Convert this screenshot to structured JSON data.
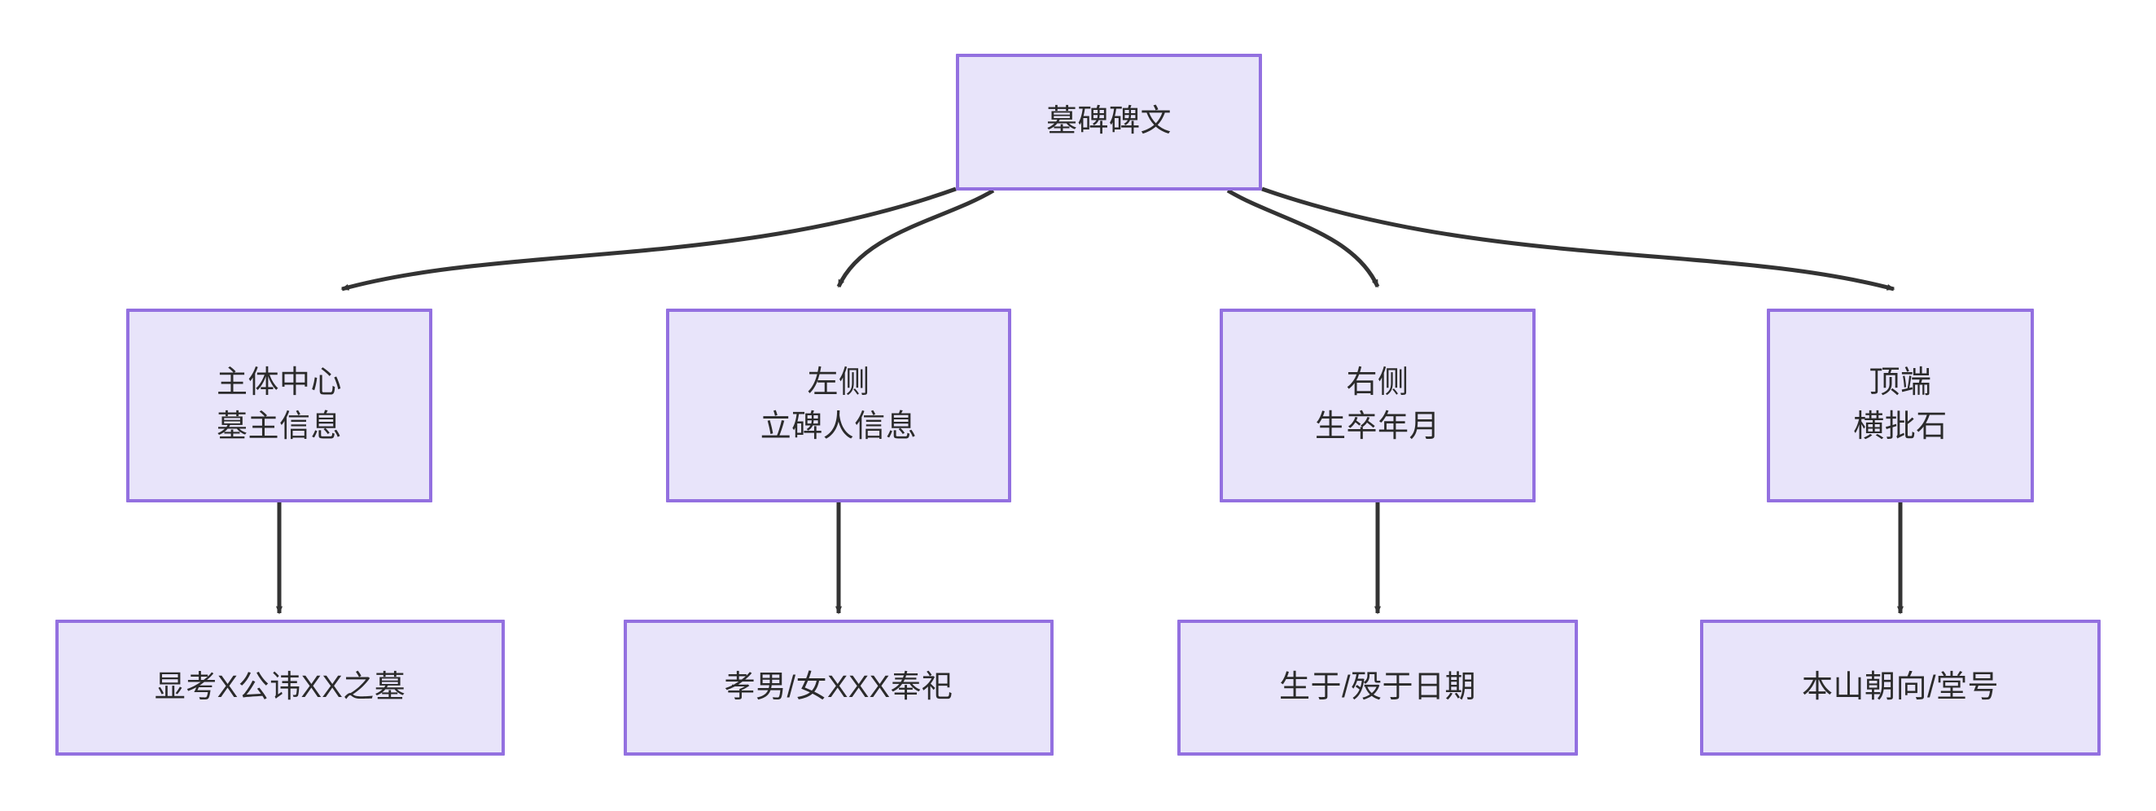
{
  "diagram": {
    "type": "flowchart-tree",
    "direction": "top-down",
    "title": "墓碑碑文",
    "colors": {
      "node_fill": "#e8e4fa",
      "node_border": "#9370e0",
      "node_text": "#2b2b2b",
      "edge_stroke": "#333333",
      "canvas_background": "#ffffff"
    },
    "nodes": {
      "root": {
        "id": "root",
        "lines": [
          "墓碑碑文"
        ]
      },
      "center": {
        "id": "center",
        "lines": [
          "主体中心",
          "墓主信息"
        ],
        "line1": "主体中心",
        "line2": "墓主信息"
      },
      "left": {
        "id": "left",
        "lines": [
          "左侧",
          "立碑人信息"
        ],
        "line1": "左侧",
        "line2": "立碑人信息"
      },
      "right": {
        "id": "right",
        "lines": [
          "右侧",
          "生卒年月"
        ],
        "line1": "右侧",
        "line2": "生卒年月"
      },
      "top": {
        "id": "top",
        "lines": [
          "顶端",
          "横批石"
        ],
        "line1": "顶端",
        "line2": "横批石"
      },
      "center_detail": {
        "id": "center_detail",
        "line1": "显考X公讳XX之墓"
      },
      "left_detail": {
        "id": "left_detail",
        "line1": "孝男/女XXX奉祀"
      },
      "right_detail": {
        "id": "right_detail",
        "line1": "生于/殁于日期"
      },
      "top_detail": {
        "id": "top_detail",
        "line1": "本山朝向/堂号"
      }
    },
    "edges": [
      {
        "from": "root",
        "to": "center",
        "style": "curved",
        "arrow": "triangle"
      },
      {
        "from": "root",
        "to": "left",
        "style": "curved",
        "arrow": "triangle"
      },
      {
        "from": "root",
        "to": "right",
        "style": "curved",
        "arrow": "triangle"
      },
      {
        "from": "root",
        "to": "top",
        "style": "curved",
        "arrow": "triangle"
      },
      {
        "from": "center",
        "to": "center_detail",
        "style": "straight",
        "arrow": "triangle"
      },
      {
        "from": "left",
        "to": "left_detail",
        "style": "straight",
        "arrow": "triangle"
      },
      {
        "from": "right",
        "to": "right_detail",
        "style": "straight",
        "arrow": "triangle"
      },
      {
        "from": "top",
        "to": "top_detail",
        "style": "straight",
        "arrow": "triangle"
      }
    ]
  }
}
